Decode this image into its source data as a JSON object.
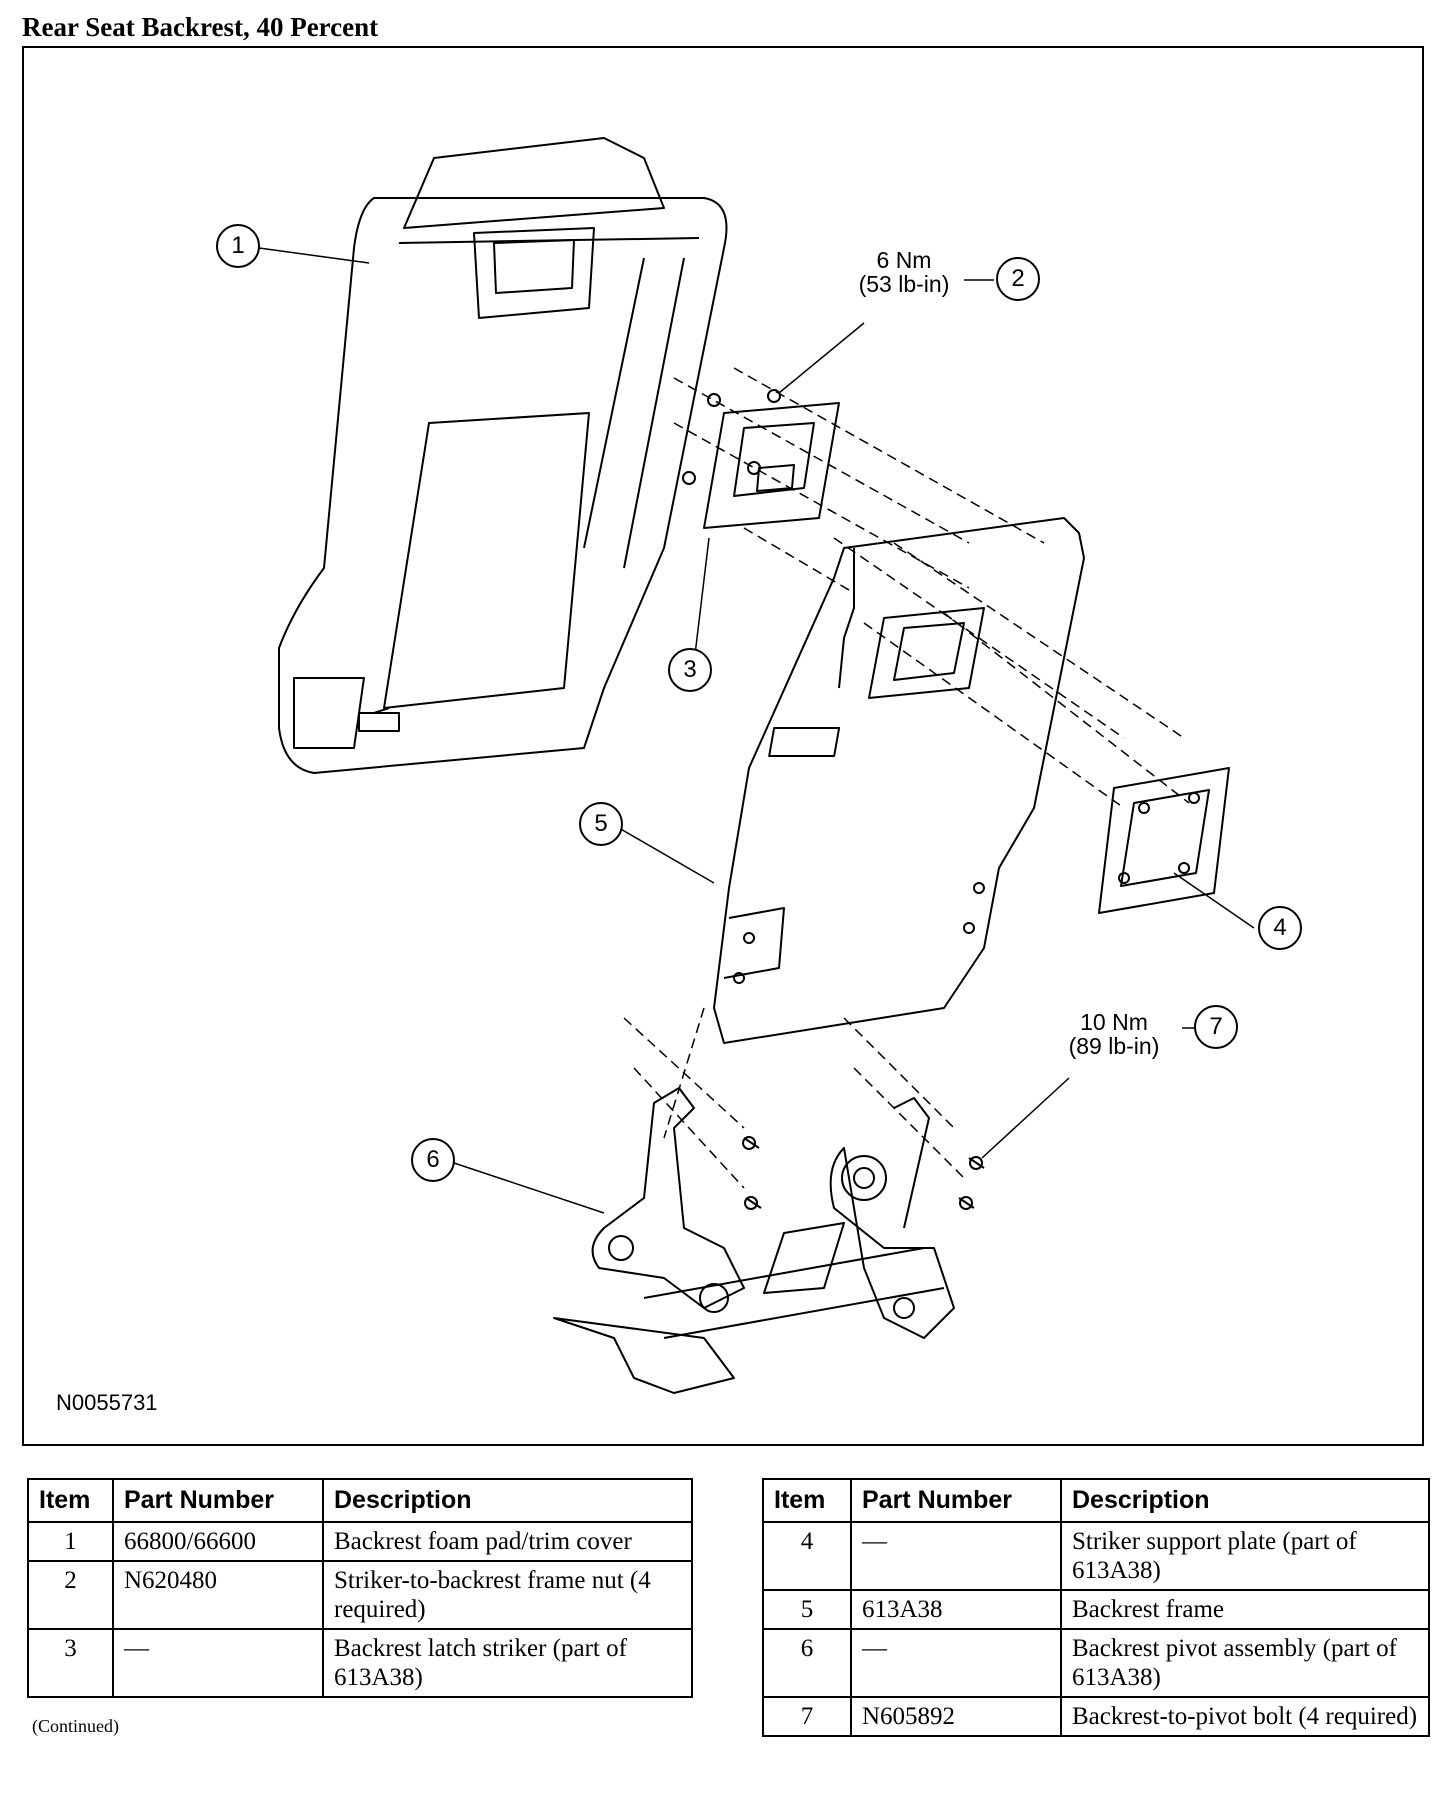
{
  "title": "Rear Seat Backrest, 40 Percent",
  "figure": {
    "id": "N0055731",
    "callouts": [
      "1",
      "2",
      "3",
      "4",
      "5",
      "6",
      "7"
    ],
    "torque_2": {
      "nm": "6 Nm",
      "lbin": "(53 lb-in)"
    },
    "torque_7": {
      "nm": "10 Nm",
      "lbin": "(89 lb-in)"
    },
    "icons": [
      "backrest-foam-pad-drawing",
      "striker-nut-drawing",
      "latch-striker-drawing",
      "striker-support-plate-drawing",
      "backrest-frame-drawing",
      "pivot-assembly-drawing",
      "pivot-bolt-drawing"
    ]
  },
  "table_headers": {
    "item": "Item",
    "part_number": "Part Number",
    "description": "Description"
  },
  "table_left": {
    "rows": [
      {
        "item": "1",
        "part": "66800/66600",
        "desc": "Backrest foam pad/trim cover"
      },
      {
        "item": "2",
        "part": "N620480",
        "desc": "Striker-to-backrest frame nut (4 required)"
      },
      {
        "item": "3",
        "part": "—",
        "desc": "Backrest latch striker (part of 613A38)"
      }
    ]
  },
  "table_right": {
    "rows": [
      {
        "item": "4",
        "part": "—",
        "desc": "Striker support plate (part of 613A38)"
      },
      {
        "item": "5",
        "part": "613A38",
        "desc": "Backrest frame"
      },
      {
        "item": "6",
        "part": "—",
        "desc": "Backrest pivot assembly (part of 613A38)"
      },
      {
        "item": "7",
        "part": "N605892",
        "desc": "Backrest-to-pivot bolt (4 required)"
      }
    ]
  },
  "continued": "(Continued)"
}
